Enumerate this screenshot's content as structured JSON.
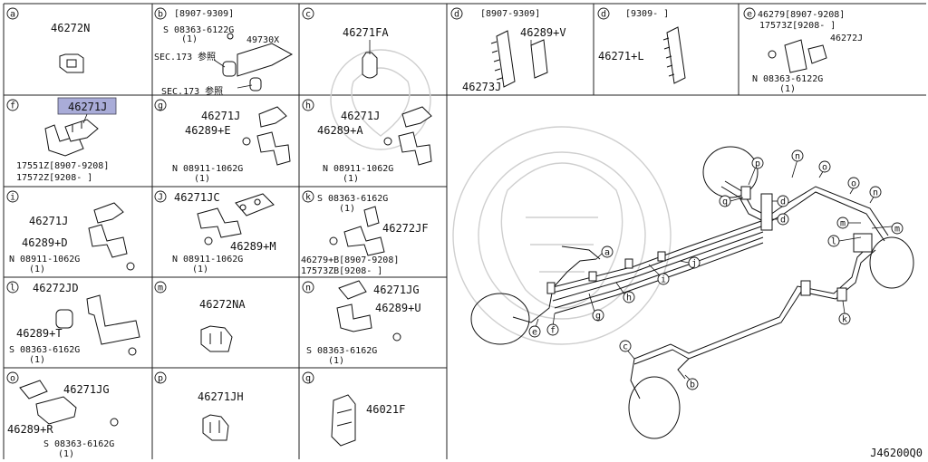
{
  "diagram_id": "J46200Q0",
  "panels": [
    {
      "key": "a",
      "letter": "a",
      "parts": [
        "46272N"
      ]
    },
    {
      "key": "b",
      "letter": "b",
      "header": "[8907-9309]",
      "parts": [
        "S 08363-6122G",
        "(1)",
        "49730X",
        "SEC.173 参照",
        "SEC.173 参照"
      ]
    },
    {
      "key": "c",
      "letter": "c",
      "parts": [
        "46271FA"
      ]
    },
    {
      "key": "d1",
      "letter": "d",
      "header": "[8907-9309]",
      "parts": [
        "46289+V",
        "46273J"
      ]
    },
    {
      "key": "d2",
      "letter": "d",
      "header": "[9309-     ]",
      "parts": [
        "46271+L"
      ]
    },
    {
      "key": "e",
      "letter": "e",
      "parts": [
        "46279[8907-9208]",
        "17573Z[9208-     ]",
        "46272J",
        "N 08363-6122G",
        "(1)"
      ]
    },
    {
      "key": "f",
      "letter": "f",
      "parts": [
        "46271J",
        "17551Z[8907-9208]",
        "17572Z[9208-     ]"
      ]
    },
    {
      "key": "g",
      "letter": "g",
      "parts": [
        "46271J",
        "46289+E",
        "N 08911-1062G",
        "(1)"
      ]
    },
    {
      "key": "h",
      "letter": "h",
      "parts": [
        "46271J",
        "46289+A",
        "N 08911-1062G",
        "(1)"
      ]
    },
    {
      "key": "i",
      "letter": "i",
      "parts": [
        "46271J",
        "46289+D",
        "N 08911-1062G",
        "(1)"
      ]
    },
    {
      "key": "j",
      "letter": "J",
      "parts": [
        "46271JC",
        "46289+M",
        "N 08911-1062G",
        "(1)"
      ]
    },
    {
      "key": "k",
      "letter": "k",
      "parts": [
        "S 08363-6162G",
        "(1)",
        "46272JF",
        "46279+B[8907-9208]",
        "17573ZB[9208-     ]"
      ]
    },
    {
      "key": "l",
      "letter": "l",
      "parts": [
        "46272JD",
        "46289+T",
        "S 08363-6162G",
        "(1)"
      ]
    },
    {
      "key": "m",
      "letter": "m",
      "parts": [
        "46272NA"
      ]
    },
    {
      "key": "n",
      "letter": "n",
      "parts": [
        "46271JG",
        "46289+U",
        "S 08363-6162G",
        "(1)"
      ]
    },
    {
      "key": "o",
      "letter": "o",
      "parts": [
        "46271JG",
        "46289+R",
        "S 08363-6162G",
        "(1)"
      ]
    },
    {
      "key": "p",
      "letter": "p",
      "parts": [
        "46271JH"
      ]
    },
    {
      "key": "q",
      "letter": "q",
      "parts": [
        "46021F"
      ]
    }
  ],
  "callouts": [
    "a",
    "b",
    "c",
    "d",
    "d",
    "e",
    "f",
    "g",
    "h",
    "i",
    "j",
    "k",
    "l",
    "m",
    "m",
    "n",
    "n",
    "o",
    "p",
    "q"
  ],
  "highlighted_part": "46271J"
}
